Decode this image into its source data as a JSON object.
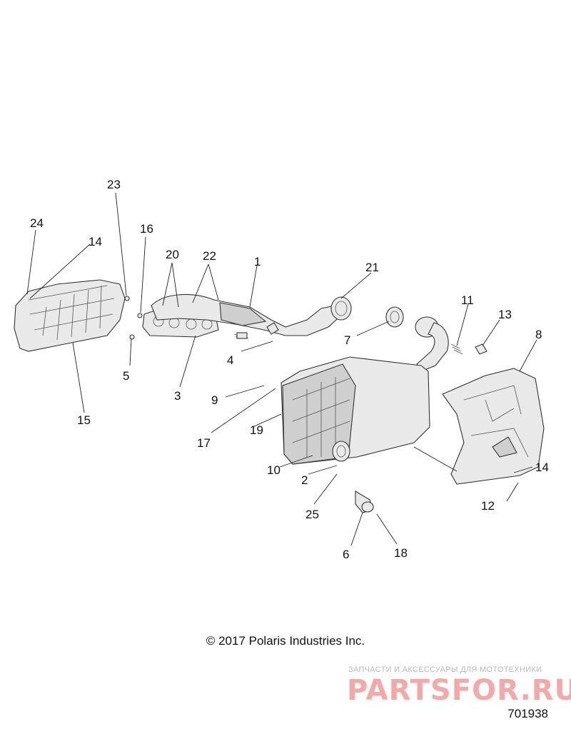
{
  "callouts": {
    "c1": "1",
    "c2": "2",
    "c3": "3",
    "c4": "4",
    "c5": "5",
    "c6": "6",
    "c7": "7",
    "c8": "8",
    "c9": "9",
    "c10": "10",
    "c11": "11",
    "c12": "12",
    "c13": "13",
    "c14a": "14",
    "c14b": "14",
    "c15": "15",
    "c16": "16",
    "c17": "17",
    "c18": "18",
    "c19": "19",
    "c20": "20",
    "c21": "21",
    "c22": "22",
    "c23": "23",
    "c24": "24",
    "c25": "25"
  },
  "copyright": "© 2017 Polaris Industries Inc.",
  "watermark": {
    "tagline": "ЗАПЧАСТИ И АКСЕССУАРЫ ДЛЯ МОТОТЕХНИКИ",
    "logo": "PARTSFOR.RU"
  },
  "drawing_number": "701938"
}
